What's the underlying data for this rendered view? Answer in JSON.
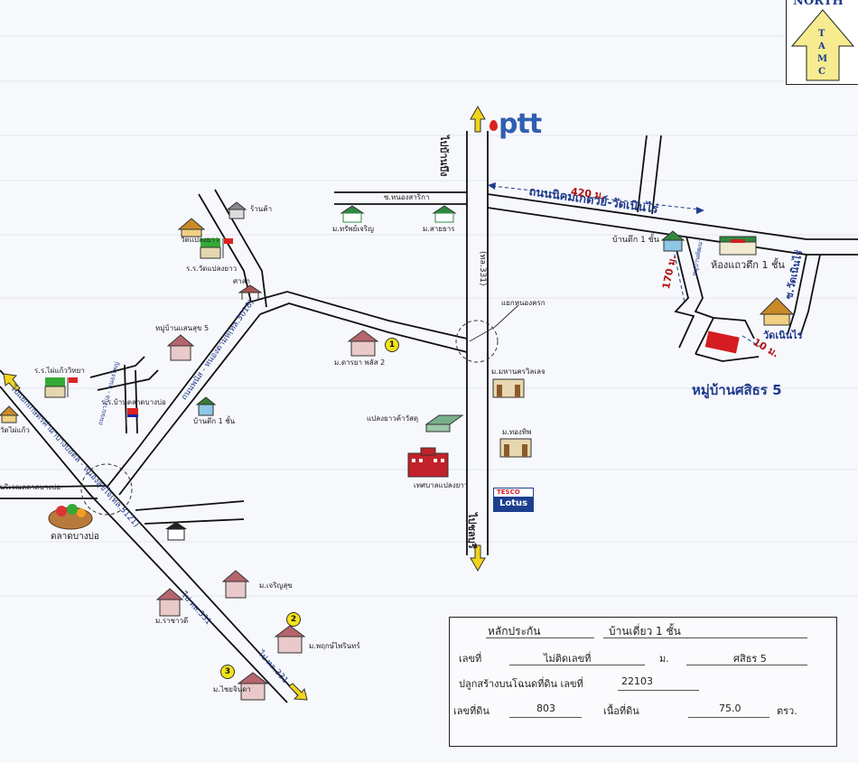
{
  "compass": {
    "word": "NORTH",
    "letters": [
      "T",
      "A",
      "M",
      "C"
    ]
  },
  "brand": {
    "ptt": "ptt",
    "tesco_top": "TESCO",
    "tesco_bottom": "Lotus"
  },
  "roads": {
    "main_east": "ถนนนิคมเกตวย์-วัดเนินไร่",
    "to_banbueng": "ไปบ้านบึง",
    "to_chonburi": "ไปชลบุรี",
    "road_331": "(ทล.331)",
    "road_3018": "ถนนพนัส - หนองตามห(ทล.3018)",
    "road_3121": "ไปแยกเกษตรคำผาบางบ่อตล - หนองสุขใจ(ทล.3121)",
    "soi_nongsa": "ซ.หนองสาริกา",
    "soi_watnoenrai": "ซ.วัดเนินไร่",
    "soi_pattana": "หมู่บ้านพัฒนา",
    "road_331_b": "ไป ทล.331",
    "road_331_c": "ไป ทล.331",
    "small_road": "ถนนบางบ่อ - หนองใหญ่"
  },
  "distances": {
    "d420": "420 ม.",
    "d170": "170 ม.",
    "d10": "10 ม."
  },
  "places": {
    "ranka": "ร้านค้า",
    "wat_plaeng": "วัดแปลงยาว",
    "school_plaeng": "ร.ร.วัดแปลงยาว",
    "sala": "ศาลา",
    "moo_sansuk": "หมู่บ้านแสนสุข 5",
    "school_phai": "ร.ร.ไผ่แก้ววิทยา",
    "school_talat": "ร.ร.บ้านตลาดบางบ่อ",
    "tuk1_left": "บ้านตึก 1 ชั้น",
    "phai_kaeo": "วัดไผ่แก้ว",
    "market_area": "บริเวณตลาดบางบ่อ",
    "market": "ตลาดบางบ่อ",
    "m_sapcharoen": "ม.ทรัพย์เจริญ",
    "m_saithan": "ม.สายธาร",
    "m_daraya": "ม.ดารยา พลัส 2",
    "yaek_nongkrok": "แยกหนองครก",
    "m_mahanakhon": "ม.มหานครวิลเลจ",
    "plaeng_warehouse": "แปลงยาวค้าวัสดุ",
    "m_thongthip": "ม.ทองทิพ",
    "thesaban": "เทศบาลแปลงยาว",
    "tuk1_right": "บ้านตึก 1 ชั้น",
    "hong_thaeo": "ห้องแถวตึก 1 ชั้น",
    "wat_noenrai": "วัดเนินไร่",
    "moo_sasithon": "หมู่บ้านศสิธร 5",
    "m_charoensuk": "ม.เจริญสุข",
    "m_rachawadee": "ม.ราชาวดี",
    "m_phoenphairin": "ม.พฤกษ์ไพรินทร์",
    "m_chaiyinlam": "ม.ไชยจินดา"
  },
  "markers": [
    "1",
    "2",
    "3"
  ],
  "info": {
    "collateral_label": "หลักประกัน",
    "type": "บ้านเดี่ยว 1   ชั้น",
    "no_label": "เลขที่",
    "no_value": "ไม่ติดเลขที่",
    "moo_label": "ม.",
    "moo_value": "ศสิธร 5",
    "deed_label": "ปลูกสร้างบนโฉนดที่ดิน เลขที่",
    "deed_value": "22103",
    "land_no_label": "เลขที่ดิน",
    "land_no_value": "803",
    "area_label": "เนื้อที่ดิน",
    "area_value": "75.0",
    "area_unit": "ตรว."
  },
  "colors": {
    "road": "#111111",
    "accent_red": "#d41c22",
    "text_blue": "#1f3b8c",
    "arrow_yellow": "#f2d41a"
  }
}
